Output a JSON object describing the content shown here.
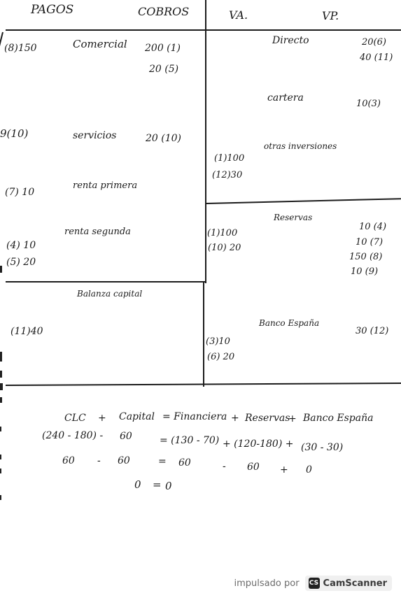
{
  "headers": {
    "pagos": "PAGOS",
    "cobros": "COBROS",
    "va": "VA.",
    "vp": "VP."
  },
  "left_ledger": {
    "comercial": {
      "debit": "(8)150",
      "label": "Comercial",
      "credits": [
        "200 (1)",
        "20 (5)"
      ]
    },
    "servicios": {
      "debit": "9(10)",
      "label": "servicios",
      "credits": [
        "20 (10)"
      ]
    },
    "renta_primaria": {
      "debit": "(7) 10",
      "label": "renta primera"
    },
    "renta_secundaria": {
      "debits": [
        "(4) 10",
        "(5) 20"
      ],
      "label": "renta segunda"
    },
    "balanza_capital": {
      "debit": "(11)40",
      "label": "Balanza capital"
    }
  },
  "right_ledger": {
    "directo": {
      "label": "Directo",
      "credits": [
        "20(6)",
        "40 (11)"
      ]
    },
    "cartera": {
      "label": "cartera",
      "credits": [
        "10(3)"
      ]
    },
    "otras_inversiones": {
      "label": "otras inversiones",
      "debits": [
        "(1)100",
        "(12)30"
      ]
    },
    "reservas": {
      "label": "Reservas",
      "debits": [
        "(1)100",
        "(10) 20"
      ],
      "credits": [
        "10 (4)",
        "10 (7)",
        "150 (8)",
        "10 (9)"
      ]
    },
    "banco_espana": {
      "label": "Banco España",
      "debits": [
        "(3)10",
        "(6) 20"
      ],
      "credits": [
        "30 (12)"
      ]
    }
  },
  "equation": {
    "terms": [
      "CLC",
      "+",
      "Capital",
      "= Financiera",
      "+",
      "Reservas",
      "+",
      "Banco España"
    ],
    "row2": [
      "(240 - 180) -",
      "60",
      "= (130 - 70)",
      "+ (120-180) +",
      "(30 - 30)"
    ],
    "row3": [
      "60",
      "-",
      "60",
      "=",
      "60",
      "-",
      "60",
      "+",
      "0"
    ],
    "result": [
      "0",
      "=",
      "0"
    ]
  },
  "footer": {
    "text": "impulsado por",
    "brand": "CamScanner",
    "badge_icon": "CS",
    "icon": "camscanner-logo-icon"
  }
}
